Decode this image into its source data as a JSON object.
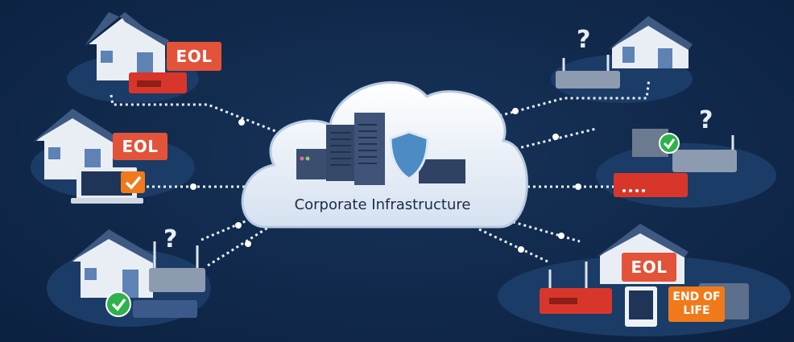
{
  "cloud": {
    "title": "Corporate Infrastructure"
  },
  "badges": {
    "top_left": "EOL",
    "middle_left": "EOL",
    "bottom_right": "EOL",
    "bottom_right_end_of_life": "END OF LIFE"
  },
  "question_marks": {
    "bottom_left": "?",
    "top_right": "?",
    "middle_right": "?"
  },
  "colors": {
    "background": "#10284a",
    "eol_red": "#e2533a",
    "end_of_life_orange": "#f07a1a",
    "ok_green": "#2fb24c"
  }
}
